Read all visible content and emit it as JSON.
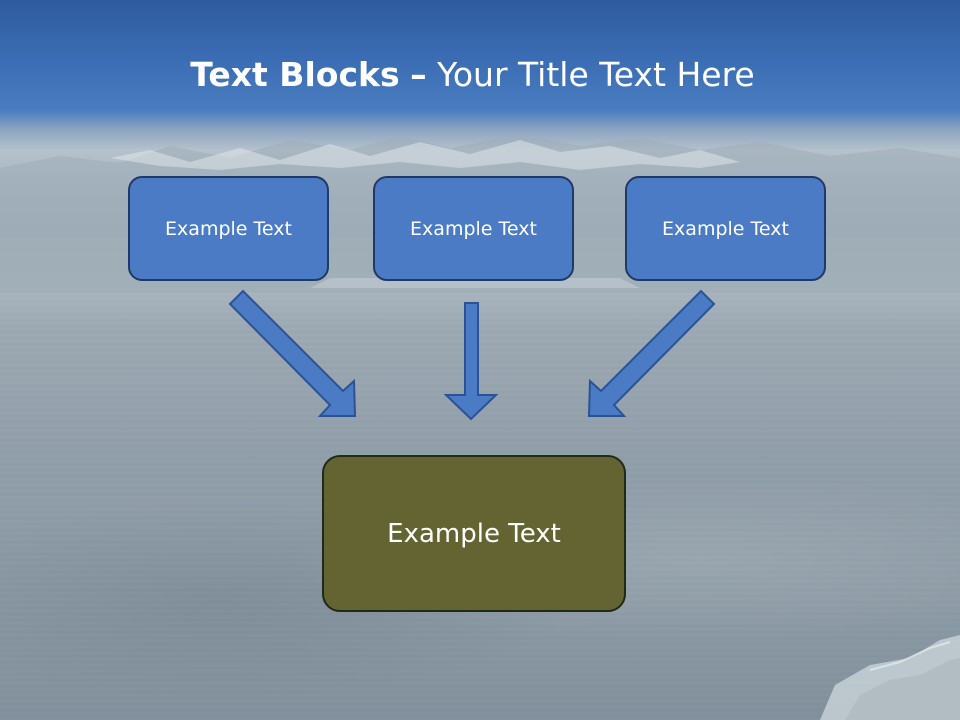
{
  "title": {
    "bold": "Text Blocks",
    "separator": "–",
    "regular": "Your Title Text Here"
  },
  "blocks": [
    {
      "label": "Example Text"
    },
    {
      "label": "Example Text"
    },
    {
      "label": "Example Text"
    }
  ],
  "result": {
    "label": "Example Text"
  },
  "colors": {
    "header": "#3b6db4",
    "block_fill": "#4a7bc4",
    "block_border": "#1f3a66",
    "result_fill": "#646433",
    "result_border": "#1f2a18",
    "arrow_fill": "#4a7bc4",
    "arrow_stroke": "#2a5396"
  }
}
